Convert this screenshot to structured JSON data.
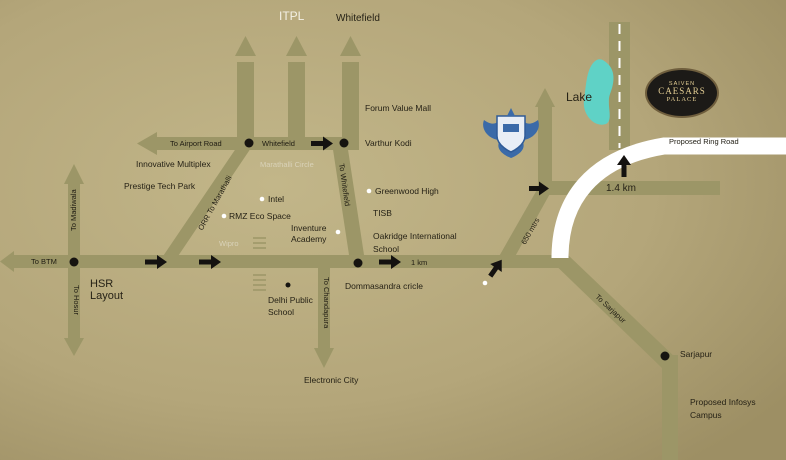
{
  "map": {
    "colors": {
      "background": "#b6a97c",
      "road": "#9c9667",
      "ring_road": "#ffffff",
      "lake": "#5fd2c6",
      "arrow": "#141210",
      "dot": "#161410",
      "logo_bg": "#1c1a17",
      "logo_gold": "#e4ce94"
    },
    "labels": {
      "itpl": "ITPL",
      "whitefield_top": "Whitefield",
      "to_airport_road": "To Airport Road",
      "whitefield_junction": "Whitefield",
      "forum_value_mall": "Forum Value Mall",
      "varthur_kodi": "Varthur Kodi",
      "marathalli_circle": "Marathalli Circle",
      "innovative_multiplex": "Innovative Multiplex",
      "prestige_tech_park": "Prestige Tech Park",
      "orr_to_marathalli": "ORR To Marathalli",
      "to_whitefield": "To Whitefield",
      "greenwood_high": "Greenwood High",
      "tisb": "TISB",
      "intel": "Intel",
      "rmz_eco_space": "RMZ Eco Space",
      "inventure_academy": "Inventure Academy",
      "oakridge_school": "Oakridge International School",
      "wipro": "Wipro",
      "to_madiwala": "To Madiwala",
      "to_btm": "To BTM",
      "hsr_layout": "HSR Layout",
      "to_hosur": "To Hosur",
      "delhi_public_school": "Delhi Public School",
      "to_chandapura": "To Chandapura",
      "dommasandra_circle": "Dommasandra cricle",
      "one_km": "1 km",
      "electronic_city": "Electronic City",
      "six_fifty_mtrs": "650 mtrs",
      "lake": "Lake",
      "proposed_ring_road": "Proposed Ring Road",
      "one_point_four_km": "1.4 km",
      "to_sarjapur": "To Sarjapur",
      "sarjapur": "Sarjapur",
      "proposed_infosys_campus": "Proposed Infosys Campus"
    },
    "logo": {
      "line1": "SAIVEN",
      "line2": "CAESARS",
      "line3": "PALACE"
    },
    "icons": [
      "project-crest-icon",
      "caesars-palace-logo"
    ]
  }
}
